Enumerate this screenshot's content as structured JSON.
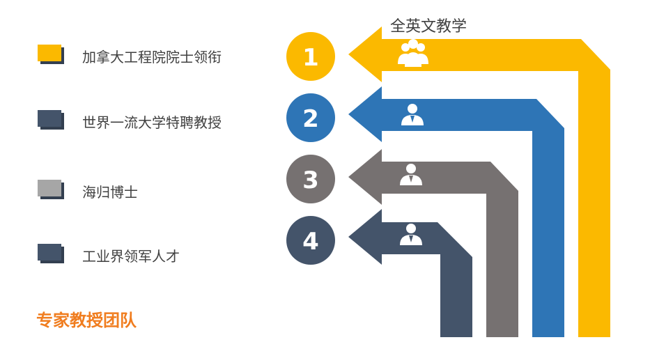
{
  "title": "专家教授团队",
  "caption": "全英文教学",
  "colors": {
    "yellow": "#fbb900",
    "blue": "#2e75b6",
    "gray": "#767171",
    "navy": "#44546a",
    "gray_swatch": "#a6a6a6",
    "navy_swatch": "#44546a",
    "title_orange": "#f07d1f"
  },
  "legend": [
    {
      "label": "加拿大工程院院士领衔",
      "color": "#fbb900"
    },
    {
      "label": "世界一流大学特聘教授",
      "color": "#44546a"
    },
    {
      "label": "海归博士",
      "color": "#a6a6a6"
    },
    {
      "label": "工业界领军人才",
      "color": "#44546a"
    }
  ],
  "steps": [
    {
      "number": "1",
      "color": "#fbb900",
      "icon": "group-people-icon"
    },
    {
      "number": "2",
      "color": "#2e75b6",
      "icon": "person-icon"
    },
    {
      "number": "3",
      "color": "#767171",
      "icon": "person-icon"
    },
    {
      "number": "4",
      "color": "#44546a",
      "icon": "person-icon"
    }
  ]
}
